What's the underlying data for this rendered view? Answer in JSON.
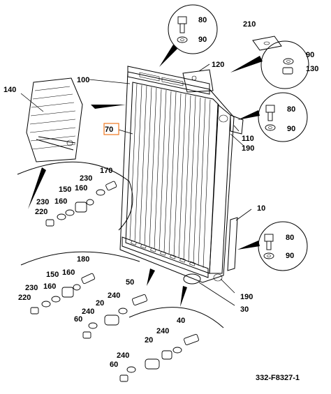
{
  "diagram": {
    "reference": "332-F8327-1",
    "highlight_color": "#f07820",
    "labels": {
      "l10": "10",
      "l20a": "20",
      "l20b": "20",
      "l30": "30",
      "l40": "40",
      "l50": "50",
      "l60a": "60",
      "l60b": "60",
      "l70": "70",
      "l80a": "80",
      "l80b": "80",
      "l80c": "80",
      "l90a": "90",
      "l90b": "90",
      "l90c": "90",
      "l90d": "90",
      "l100": "100",
      "l110": "110",
      "l120": "120",
      "l130": "130",
      "l140": "140",
      "l150a": "150",
      "l150b": "150",
      "l160a": "160",
      "l160b": "160",
      "l160c": "160",
      "l160d": "160",
      "l170": "170",
      "l180": "180",
      "l190a": "190",
      "l190b": "190",
      "l210": "210",
      "l220a": "220",
      "l220b": "220",
      "l230a": "230",
      "l230b": "230",
      "l230c": "230",
      "l240a": "240",
      "l240b": "240",
      "l240c": "240",
      "l240d": "240"
    }
  }
}
